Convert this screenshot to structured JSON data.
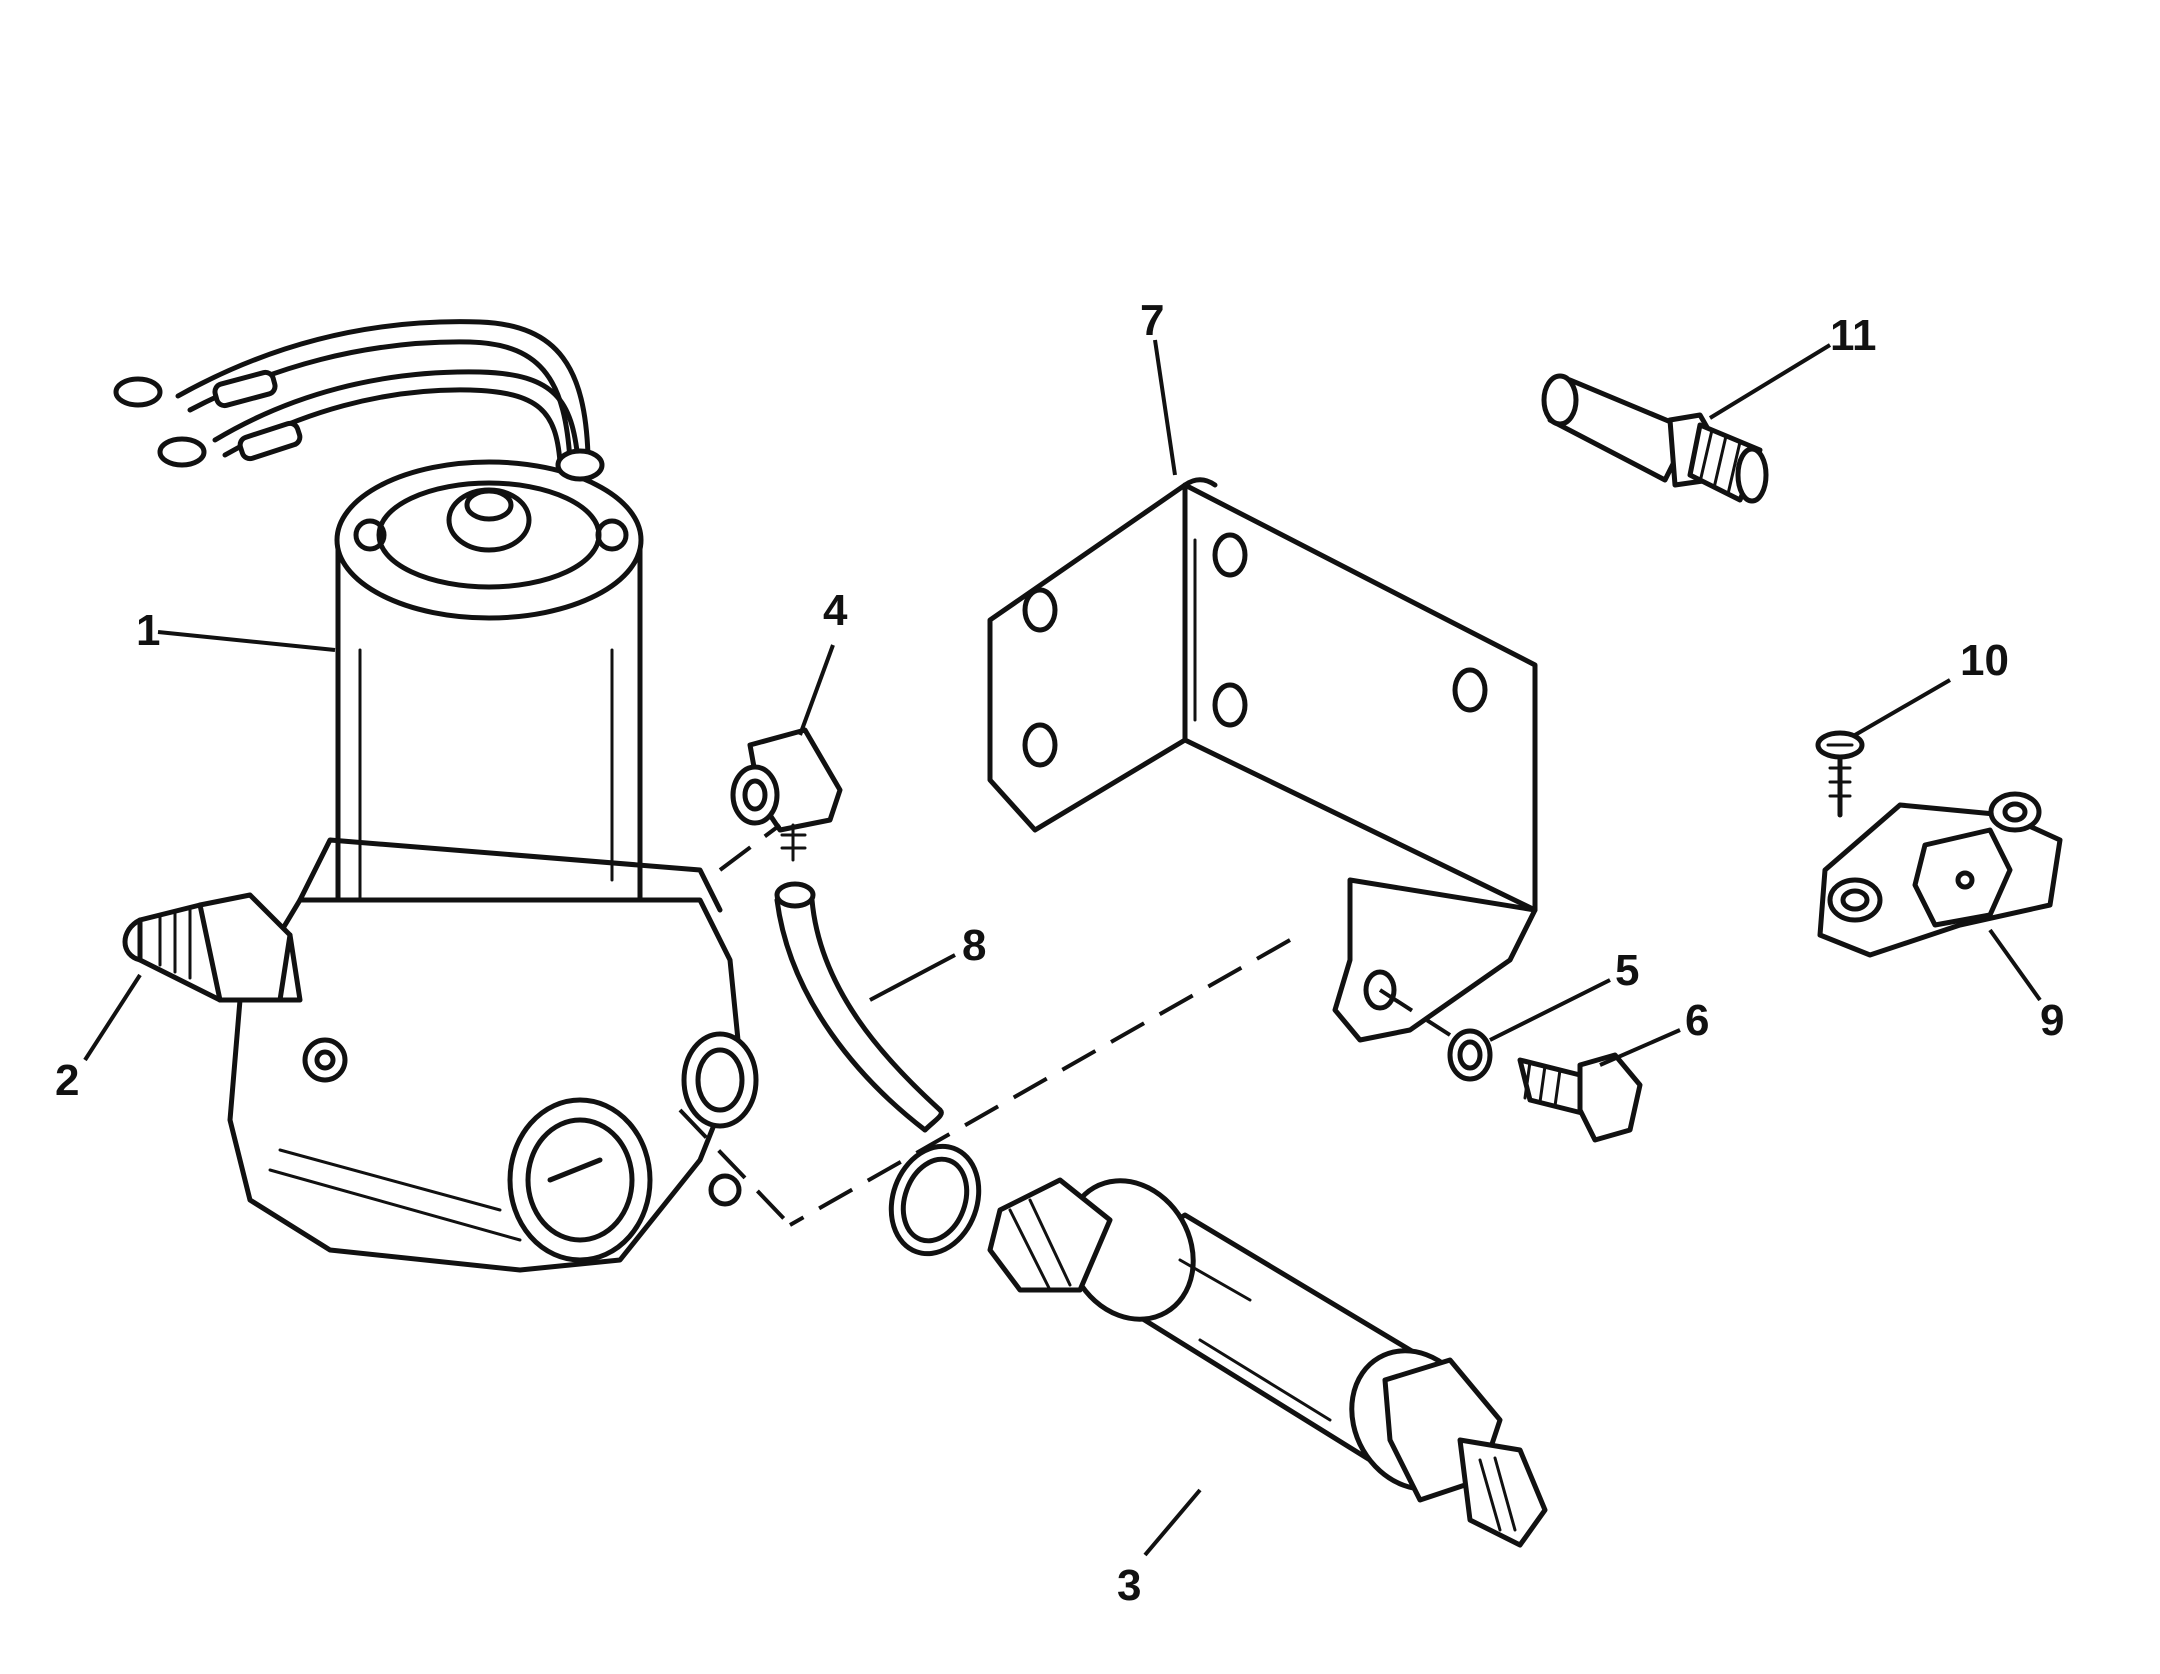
{
  "diagram": {
    "part_numbers": [
      "1",
      "2",
      "3",
      "4",
      "5",
      "6",
      "7",
      "8",
      "9",
      "10",
      "11"
    ]
  }
}
